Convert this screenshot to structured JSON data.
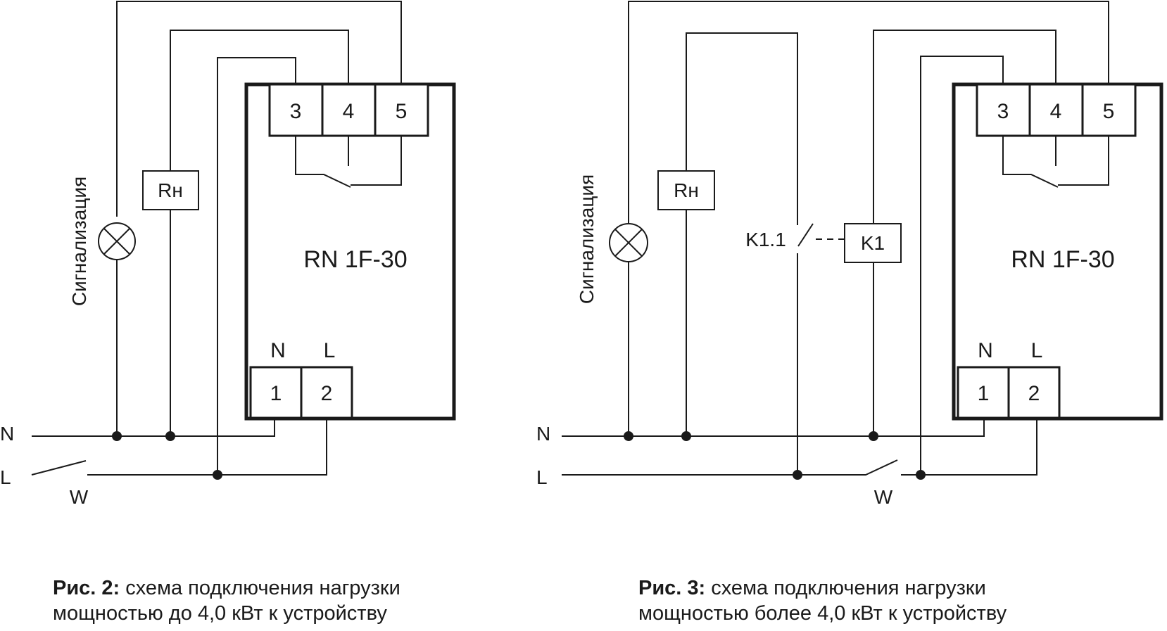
{
  "fig2": {
    "device_model": "RN 1F-30",
    "relay_terminals": [
      "3",
      "4",
      "5"
    ],
    "supply_terminals": [
      "1",
      "2"
    ],
    "supply_labels": [
      "N",
      "L"
    ],
    "load_label": "Rн",
    "signal_label": "Сигнализация",
    "line_n": "N",
    "line_l": "L",
    "switch_label": "W",
    "caption_bold": "Рис. 2:",
    "caption_line1": " схема подключения нагрузки",
    "caption_line2": "мощностью до 4,0 кВт к устройству"
  },
  "fig3": {
    "device_model": "RN 1F-30",
    "relay_terminals": [
      "3",
      "4",
      "5"
    ],
    "supply_terminals": [
      "1",
      "2"
    ],
    "supply_labels": [
      "N",
      "L"
    ],
    "load_label": "Rн",
    "signal_label": "Сигнализация",
    "contactor_label": "K1",
    "contact_label": "K1.1",
    "line_n": "N",
    "line_l": "L",
    "switch_label": "W",
    "caption_bold": "Рис. 3:",
    "caption_line1": " схема подключения нагрузки",
    "caption_line2": "мощностью более 4,0 кВт к устройству"
  }
}
